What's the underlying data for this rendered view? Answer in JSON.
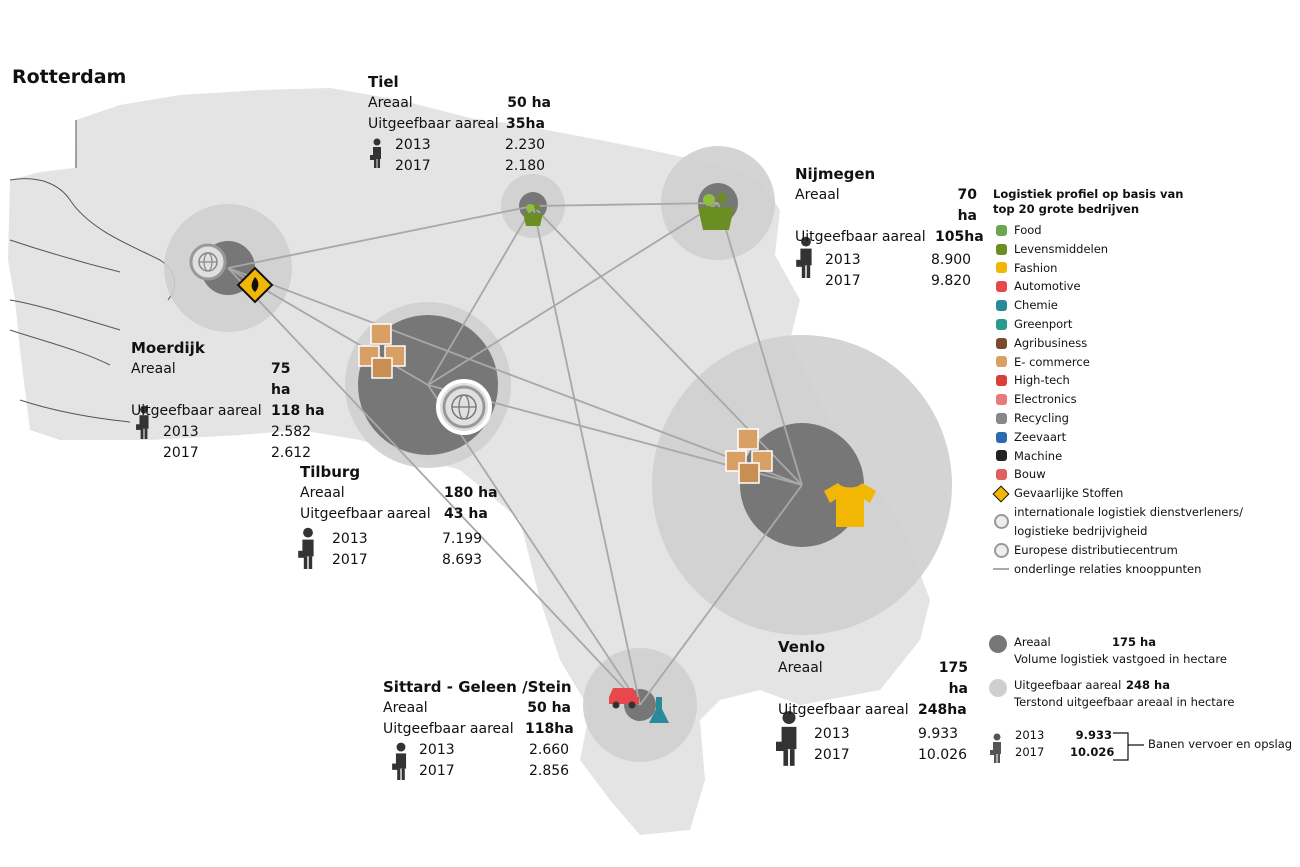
{
  "regions": {
    "rotterdam": {
      "name": "Rotterdam"
    },
    "tiel": {
      "name": "Tiel",
      "areaal_label": "Areaal",
      "areaal": "50 ha",
      "uitgeef_label": "Uitgeefbaar aareal",
      "uitgeef": "35ha",
      "y1": "2013",
      "v1": "2.230",
      "y2": "2017",
      "v2": "2.180"
    },
    "nijmegen": {
      "name": "Nijmegen",
      "areaal_label": "Areaal",
      "areaal": "70 ha",
      "uitgeef_label": "Uitgeefbaar aareal",
      "uitgeef": "105ha",
      "y1": "2013",
      "v1": "8.900",
      "y2": "2017",
      "v2": "9.820"
    },
    "moerdijk": {
      "name": "Moerdijk",
      "areaal_label": "Areaal",
      "areaal": "75 ha",
      "uitgeef_label": "Uitgeefbaar aareal",
      "uitgeef": "118 ha",
      "y1": "2013",
      "v1": "2.582",
      "y2": "2017",
      "v2": "2.612"
    },
    "tilburg": {
      "name": "Tilburg",
      "areaal_label": "Areaal",
      "areaal": "180 ha",
      "uitgeef_label": "Uitgeefbaar aareal",
      "uitgeef": "43 ha",
      "y1": "2013",
      "v1": "7.199",
      "y2": "2017",
      "v2": "8.693"
    },
    "venlo": {
      "name": "Venlo",
      "areaal_label": "Areaal",
      "areaal": "175 ha",
      "uitgeef_label": "Uitgeefbaar aareal",
      "uitgeef": "248ha",
      "y1": "2013",
      "v1": "9.933",
      "y2": "2017",
      "v2": "10.026"
    },
    "sittard": {
      "name": "Sittard - Geleen /Stein",
      "areaal_label": "Areaal",
      "areaal": "50 ha",
      "uitgeef_label": "Uitgeefbaar aareal",
      "uitgeef": "118ha",
      "y1": "2013",
      "v1": "2.660",
      "y2": "2017",
      "v2": "2.856"
    }
  },
  "legend": {
    "title": "Logistiek profiel op basis van top 20 grote bedrijven",
    "items": [
      {
        "label": "Food",
        "icon": "food-icon",
        "color": "#6aa84f"
      },
      {
        "label": "Levensmiddelen",
        "icon": "grocery-basket-icon",
        "color": "#6b8e23"
      },
      {
        "label": "Fashion",
        "icon": "tshirt-icon",
        "color": "#f2b705"
      },
      {
        "label": "Automotive",
        "icon": "car-icon",
        "color": "#e8474c"
      },
      {
        "label": "Chemie",
        "icon": "flask-icon",
        "color": "#2a8a9a"
      },
      {
        "label": "Greenport",
        "icon": "greenhouse-icon",
        "color": "#2a9a8a"
      },
      {
        "label": "Agribusiness",
        "icon": "tractor-icon",
        "color": "#7a4a2a"
      },
      {
        "label": "E- commerce",
        "icon": "parcels-icon",
        "color": "#d9a066"
      },
      {
        "label": "High-tech",
        "icon": "robot-arm-icon",
        "color": "#d9403a"
      },
      {
        "label": "Electronics",
        "icon": "monitor-icon",
        "color": "#e87a7a"
      },
      {
        "label": "Recycling",
        "icon": "recycle-icon",
        "color": "#888888"
      },
      {
        "label": "Zeevaart",
        "icon": "ship-icon",
        "color": "#2a6ab0"
      },
      {
        "label": "Machine",
        "icon": "gears-icon",
        "color": "#222222"
      },
      {
        "label": "Bouw",
        "icon": "bricks-icon",
        "color": "#e06060"
      },
      {
        "label": "Gevaarlijke Stoffen",
        "icon": "hazard-icon",
        "color": "#f2b705"
      },
      {
        "label": "internationale logistiek dienstverleners/ logistieke bedrijvigheid",
        "icon": "globe-icon",
        "color": "#999999"
      },
      {
        "label": "Europese distributiecentrum",
        "icon": "eu-globe-icon",
        "color": "#999999"
      },
      {
        "label": "onderlinge relaties knooppunten",
        "icon": "line-icon",
        "color": "#aaaaaa"
      }
    ]
  },
  "key": {
    "areaal_label": "Areaal",
    "areaal_value": "175 ha",
    "areaal_desc": "Volume logistiek vastgoed in hectare",
    "uitgeef_label": "Uitgeefbaar aareal",
    "uitgeef_value": "248 ha",
    "uitgeef_desc": "Terstond uitgeefbaar areaal in hectare",
    "y1": "2013",
    "v1": "9.933",
    "y2": "2017",
    "v2": "10.026",
    "jobs_desc": "Banen vervoer en opslag"
  },
  "colors": {
    "land": "#e4e4e4",
    "outer_circle": "#cfcfcf",
    "inner_circle": "#777777",
    "link": "#a8a8a8"
  }
}
